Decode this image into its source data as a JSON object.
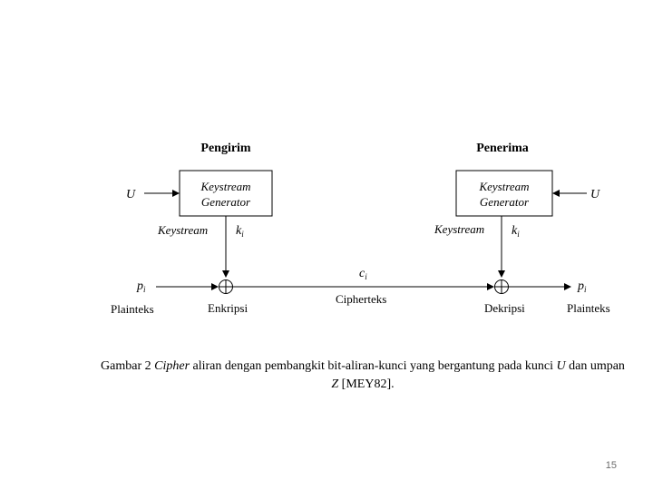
{
  "diagram": {
    "sender_title": "Pengirim",
    "receiver_title": "Penerima",
    "sender_generator": {
      "line1": "Keystream",
      "line2": "Generator"
    },
    "receiver_generator": {
      "line1": "Keystream",
      "line2": "Generator"
    },
    "sender_key_input": "U",
    "receiver_key_input": "U",
    "sender_keystream_label": "Keystream",
    "receiver_keystream_label": "Keystream",
    "sender_key_symbol": {
      "base": "k",
      "sub": "i"
    },
    "receiver_key_symbol": {
      "base": "k",
      "sub": "i"
    },
    "plaintext_in_symbol": {
      "base": "p",
      "sub": "i"
    },
    "plaintext_out_symbol": {
      "base": "p",
      "sub": "i"
    },
    "ciphertext_symbol": {
      "base": "c",
      "sub": "i"
    },
    "xor_symbol": "⊕",
    "plaintext_in_label": "Plainteks",
    "encryption_label": "Enkripsi",
    "ciphertext_label": "Cipherteks",
    "decryption_label": "Dekripsi",
    "plaintext_out_label": "Plainteks"
  },
  "caption": {
    "prefix": "Gambar 2 ",
    "italic_word": "Cipher",
    "middle": " aliran dengan pembangkit bit-aliran-kunci yang bergantung pada kunci ",
    "key_var": "U",
    "joiner": " dan umpan ",
    "feedback_var": "Z",
    "suffix": " [MEY82]."
  },
  "page_number": "15"
}
